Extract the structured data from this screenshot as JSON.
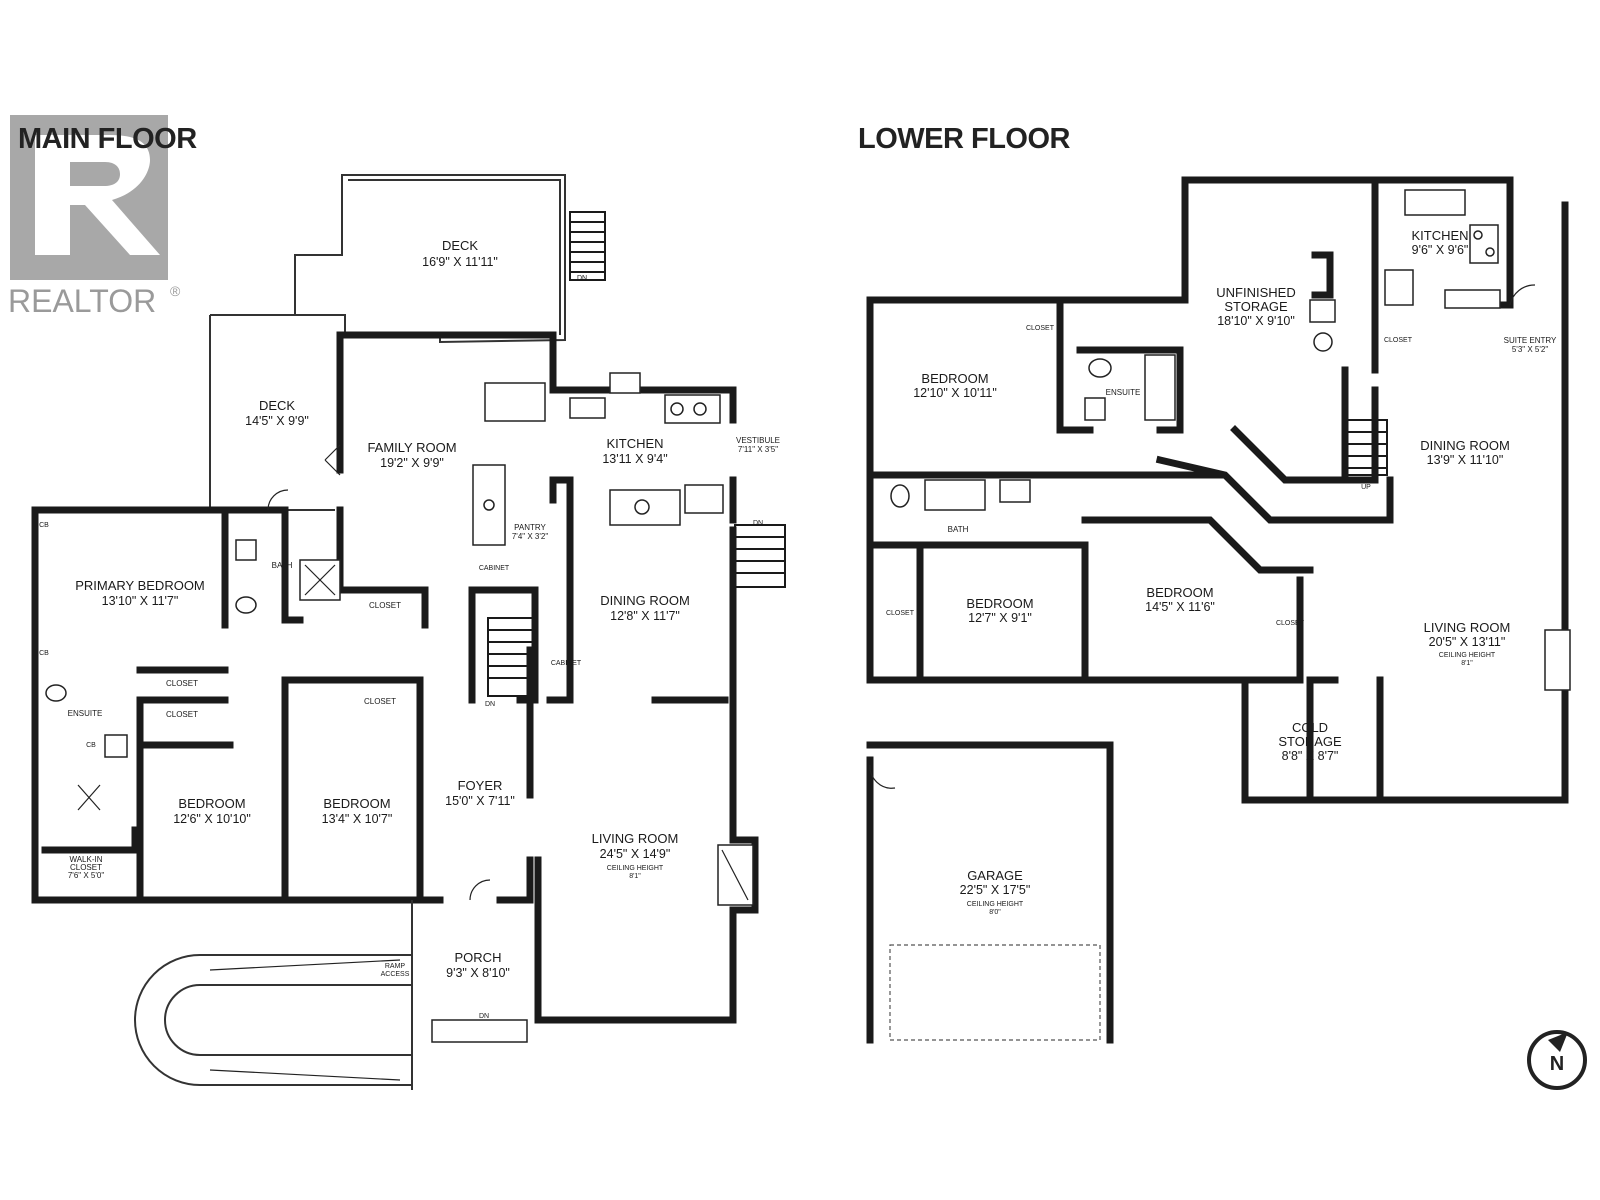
{
  "brand": {
    "name": "REALTOR",
    "mark": "®",
    "logo_color": "#9a9a9a"
  },
  "floors": {
    "main": {
      "title": "MAIN FLOOR",
      "rooms": {
        "deck_upper": {
          "name": "DECK",
          "dim": "16'9\" X 11'11\""
        },
        "deck_lower": {
          "name": "DECK",
          "dim": "14'5\" X 9'9\""
        },
        "family_room": {
          "name": "FAMILY ROOM",
          "dim": "19'2\" X 9'9\""
        },
        "kitchen": {
          "name": "KITCHEN",
          "dim": "13'11 X 9'4\""
        },
        "vestibule": {
          "name": "VESTIBULE",
          "dim": "7'11\" X 3'5\""
        },
        "pantry": {
          "name": "PANTRY",
          "dim": "7'4\" X 3'2\""
        },
        "dining_room": {
          "name": "DINING ROOM",
          "dim": "12'8\" X 11'7\""
        },
        "primary_bedroom": {
          "name": "PRIMARY BEDROOM",
          "dim": "13'10\" X 11'7\""
        },
        "bedroom_1": {
          "name": "BEDROOM",
          "dim": "12'6\" X 10'10\""
        },
        "bedroom_2": {
          "name": "BEDROOM",
          "dim": "13'4\" X 10'7\""
        },
        "foyer": {
          "name": "FOYER",
          "dim": "15'0\" X 7'11\""
        },
        "living_room": {
          "name": "LIVING ROOM",
          "dim": "24'5\" X 14'9\"",
          "ceiling": "CEILING HEIGHT",
          "ceiling_value": "8'1\""
        },
        "porch": {
          "name": "PORCH",
          "dim": "9'3\" X 8'10\""
        },
        "walk_in": {
          "name": "WALK-IN",
          "name2": "CLOSET",
          "dim": "7'6\" X 5'0\""
        }
      },
      "labels": {
        "bath": "BATH",
        "ensuite": "ENSUITE",
        "closet": "CLOSET",
        "cabinet": "CABINET",
        "dn": "DN",
        "cb": "CB",
        "ramp": "RAMP",
        "access": "ACCESS"
      }
    },
    "lower": {
      "title": "LOWER FLOOR",
      "rooms": {
        "unfinished_storage": {
          "name": "UNFINISHED",
          "name2": "STORAGE",
          "dim": "18'10\" X 9'10\""
        },
        "kitchen": {
          "name": "KITCHEN",
          "dim": "9'6\" X 9'6\""
        },
        "bedroom_a": {
          "name": "BEDROOM",
          "dim": "12'10\" X 10'11\""
        },
        "suite_entry": {
          "name": "SUITE ENTRY",
          "dim": "5'3\" X 5'2\""
        },
        "dining_room": {
          "name": "DINING ROOM",
          "dim": "13'9\" X 11'10\""
        },
        "bedroom_b": {
          "name": "BEDROOM",
          "dim": "12'7\" X 9'1\""
        },
        "bedroom_c": {
          "name": "BEDROOM",
          "dim": "14'5\" X 11'6\""
        },
        "living_room": {
          "name": "LIVING ROOM",
          "dim": "20'5\" X 13'11\"",
          "ceiling": "CEILING HEIGHT",
          "ceiling_value": "8'1\""
        },
        "cold_storage": {
          "name": "COLD",
          "name2": "STORAGE",
          "dim": "8'8\" X 8'7\""
        },
        "garage": {
          "name": "GARAGE",
          "dim": "22'5\" X 17'5\"",
          "ceiling": "CEILING HEIGHT",
          "ceiling_value": "8'0\""
        }
      },
      "labels": {
        "bath": "BATH",
        "ensuite": "ENSUITE",
        "closet": "CLOSET",
        "up": "UP"
      }
    }
  },
  "compass": {
    "letter": "N"
  }
}
